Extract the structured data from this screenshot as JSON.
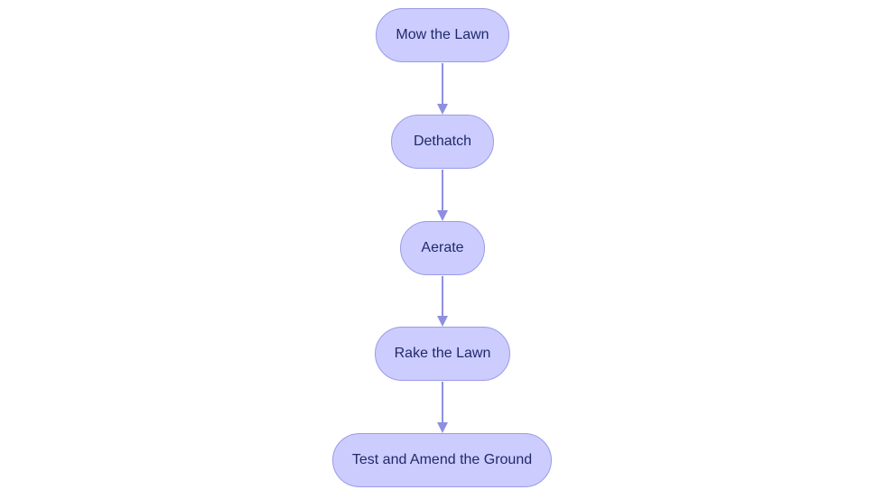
{
  "flowchart": {
    "steps": [
      {
        "id": "n1",
        "label": "Mow the Lawn"
      },
      {
        "id": "n2",
        "label": "Dethatch"
      },
      {
        "id": "n3",
        "label": "Aerate"
      },
      {
        "id": "n4",
        "label": "Rake the Lawn"
      },
      {
        "id": "n5",
        "label": "Test and Amend the Ground"
      }
    ],
    "edges": [
      {
        "from": "n1",
        "to": "n2"
      },
      {
        "from": "n2",
        "to": "n3"
      },
      {
        "from": "n3",
        "to": "n4"
      },
      {
        "from": "n4",
        "to": "n5"
      }
    ]
  },
  "colors": {
    "node_fill": "#ccccff",
    "node_border": "#9b9be8",
    "node_text": "#1f2a6b",
    "edge": "#8f8fe0"
  }
}
